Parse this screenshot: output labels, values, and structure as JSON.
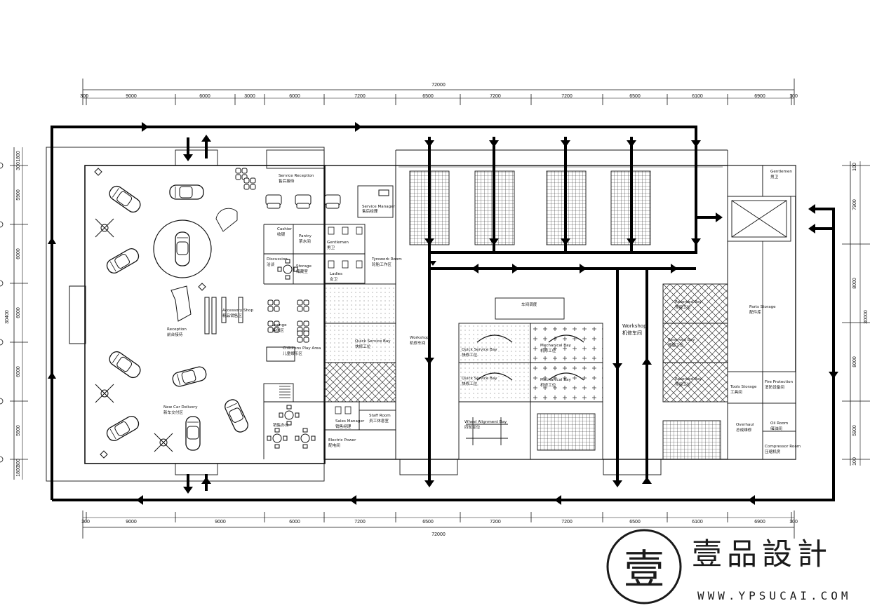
{
  "dimensions": {
    "top_total": "72000",
    "bottom_total": "72000",
    "top": [
      "300",
      "9000",
      "6000",
      "3000",
      "6000",
      "7200",
      "6500",
      "7200",
      "7200",
      "6500",
      "6100",
      "6900",
      "100"
    ],
    "bottom": [
      "300",
      "9000",
      "9000",
      "6000",
      "7200",
      "6500",
      "7200",
      "7200",
      "6500",
      "6100",
      "6900",
      "100"
    ],
    "left": [
      "1800",
      "300",
      "5900",
      "6000",
      "6000",
      "6000",
      "5900",
      "300",
      "1800"
    ],
    "left_total": "30400",
    "right": [
      "100",
      "7900",
      "8000",
      "8000",
      "5900",
      "100"
    ],
    "right_total": "30000"
  },
  "rooms": {
    "service_reception": "Service Reception",
    "service_reception_cn": "售后接待",
    "service_manager": "Service Manager",
    "service_manager_cn": "售后经理",
    "cashier": "Cashier",
    "cashier_cn": "收银",
    "pantry": "Pantry",
    "pantry_cn": "茶水间",
    "gentlemen": "Gentlemen",
    "gentlemen_cn": "男卫",
    "ladies": "Ladies",
    "ladies_cn": "女卫",
    "tyrework": "Tyrework Room",
    "tyrework_cn": "轮胎工作区",
    "discussion": "Discussion",
    "discussion_cn": "洽谈",
    "storage": "Storage",
    "storage_cn": "储藏室",
    "accessory": "Accessory Shop",
    "accessory_cn": "精品销售区",
    "reception": "Reception",
    "reception_cn": "前台接待",
    "lounge": "Lounge",
    "lounge_cn": "客休区",
    "children": "Childrens Play Area",
    "children_cn": "儿童娱乐区",
    "new_car": "New Car Delivery",
    "new_car_cn": "新车交付区",
    "sales_office": "销售办公",
    "sales_manager": "Sales Manager",
    "sales_manager_cn": "销售经理",
    "staff_room": "Staff Room",
    "staff_room_cn": "员工休息室",
    "electric": "Electric Power",
    "electric_cn": "配电间",
    "quick_service": "Quick Service Bay",
    "quick_service_cn": "快修工位",
    "workshop": "Workshop",
    "workshop_cn": "机修车间",
    "dispatch_cn": "车间调度",
    "mechanical": "Mechanical Bay",
    "mechanical_cn": "机修工位",
    "wheel_alignment": "Wheel Alignment Bay",
    "wheel_alignment_cn": "四轮定位",
    "workshop_big": "Workshop",
    "workshop_big_cn": "机修车间",
    "reserved": "Reserved Bay",
    "reserved_cn": "预留工位",
    "parts": "Parts Storage",
    "parts_cn": "配件库",
    "tools": "Tools Storage",
    "tools_cn": "工具间",
    "overhaul": "Overhaul",
    "overhaul_cn": "总成维修",
    "fire": "Fire Protection",
    "fire_cn": "消防设备间",
    "oil": "Oil Room",
    "oil_cn": "储油间",
    "compressor": "Compressor Room",
    "compressor_cn": "压缩机房",
    "gentlemen_right": "Gentlemen",
    "gentlemen_right_cn": "男卫"
  },
  "brand": {
    "name": "壹品設計",
    "url": "WWW.YPSUCAI.COM",
    "logo_char": "壹"
  }
}
